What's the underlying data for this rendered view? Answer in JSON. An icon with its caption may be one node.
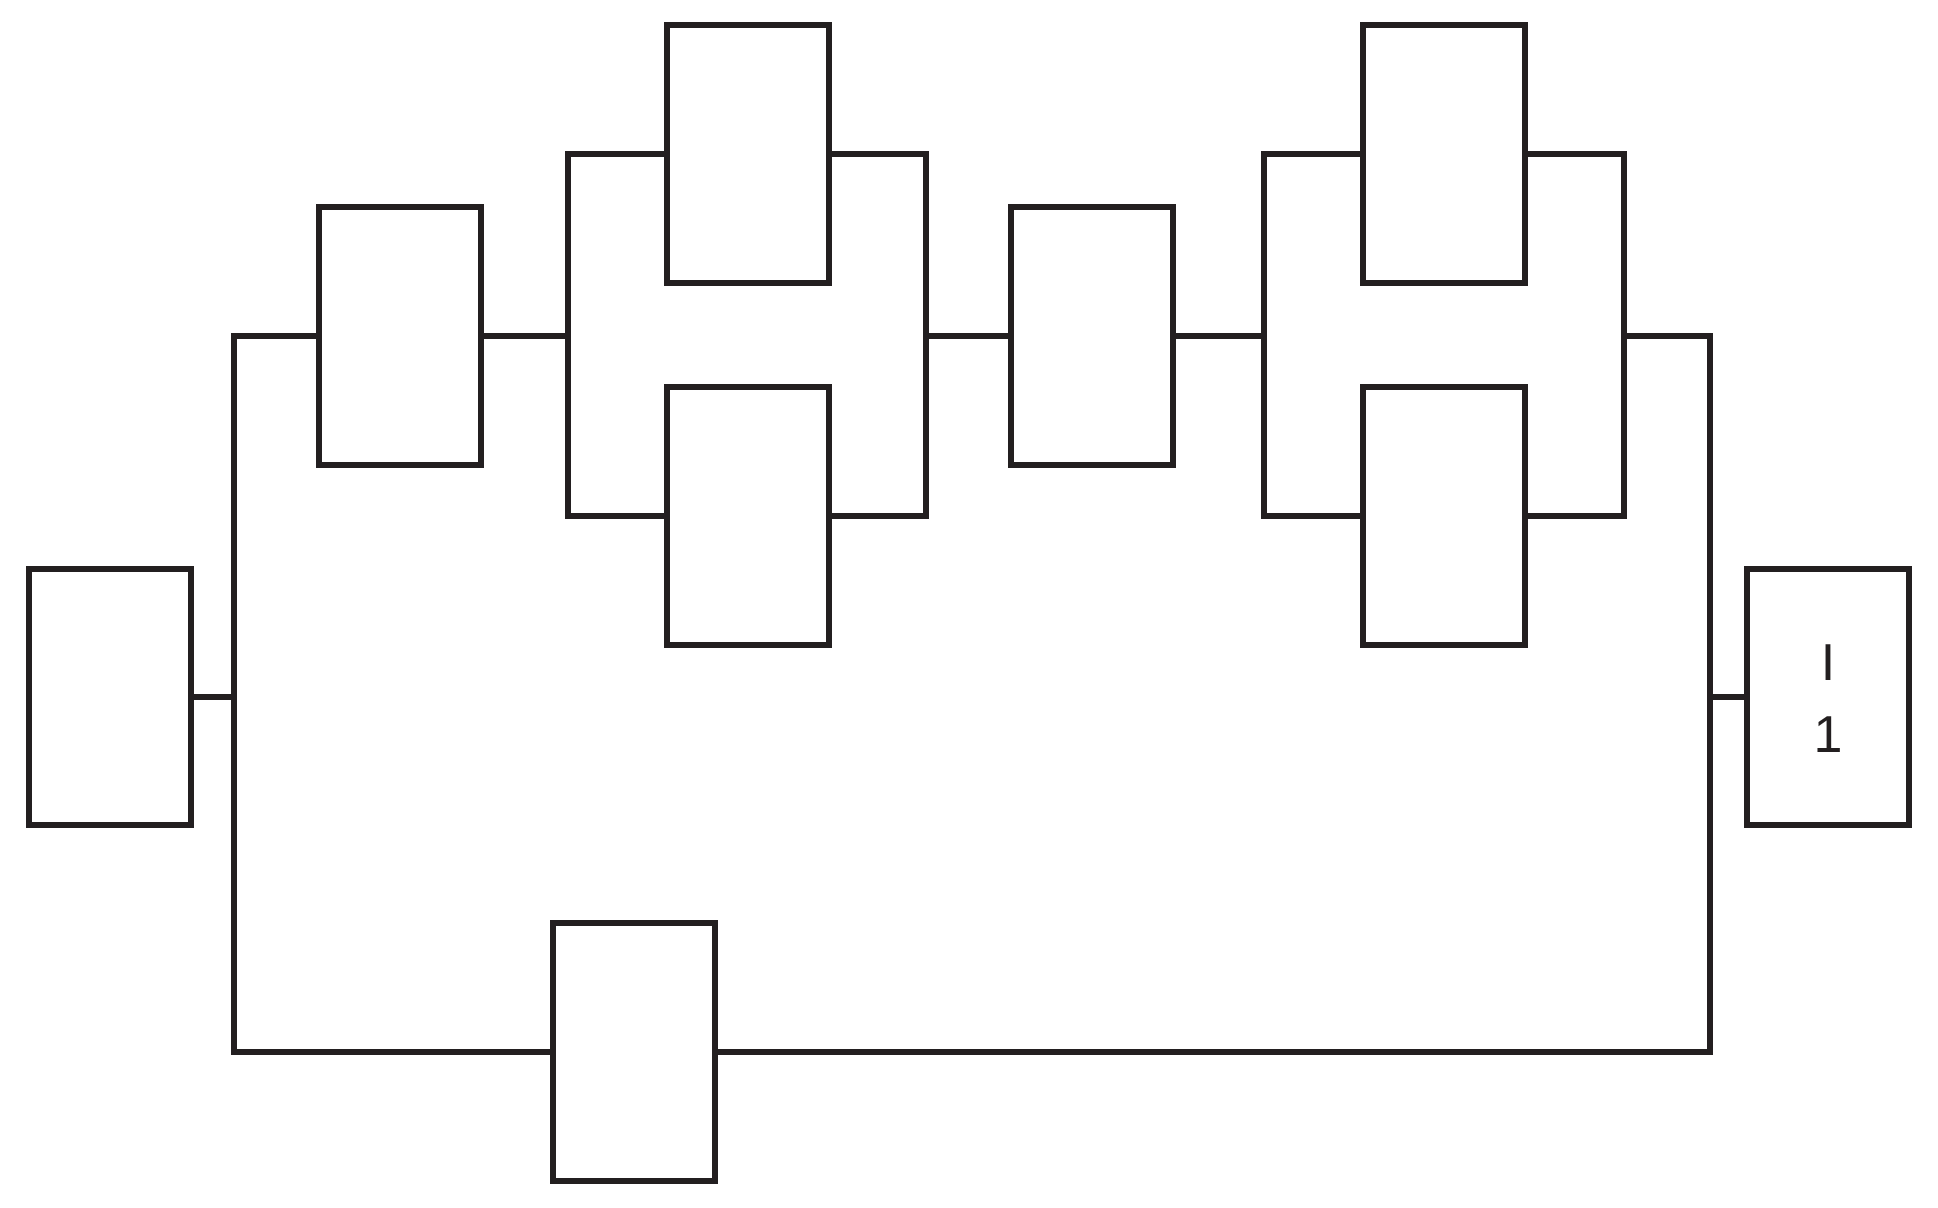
{
  "diagram": {
    "nodes": [
      {
        "text": [],
        "shape": "box"
      },
      {
        "text": [],
        "shape": "box"
      },
      {
        "text": [],
        "shape": "box"
      },
      {
        "text": [],
        "shape": "box"
      },
      {
        "text": [],
        "shape": "box"
      },
      {
        "text": [],
        "shape": "box"
      },
      {
        "text": [],
        "shape": "box"
      },
      {
        "text": [
          "I",
          "1"
        ]
      },
      {
        "text": [],
        "shape": "box"
      }
    ],
    "edges": [
      {
        "from": 0,
        "to": 1,
        "arrow": "none"
      },
      {
        "from": 0,
        "to": 8,
        "arrow": "none"
      },
      {
        "from": 1,
        "to": 2,
        "arrow": "none"
      },
      {
        "from": 1,
        "to": 3,
        "arrow": "none"
      },
      {
        "from": 2,
        "to": 4,
        "arrow": "none"
      },
      {
        "from": 3,
        "to": 4,
        "arrow": "none"
      },
      {
        "from": 4,
        "to": 5,
        "arrow": "none"
      },
      {
        "from": 4,
        "to": 6,
        "arrow": "none"
      },
      {
        "from": 5,
        "to": 7,
        "arrow": "none"
      },
      {
        "from": 6,
        "to": 7,
        "arrow": "none"
      },
      {
        "from": 8,
        "to": 7,
        "arrow": "none"
      }
    ]
  }
}
